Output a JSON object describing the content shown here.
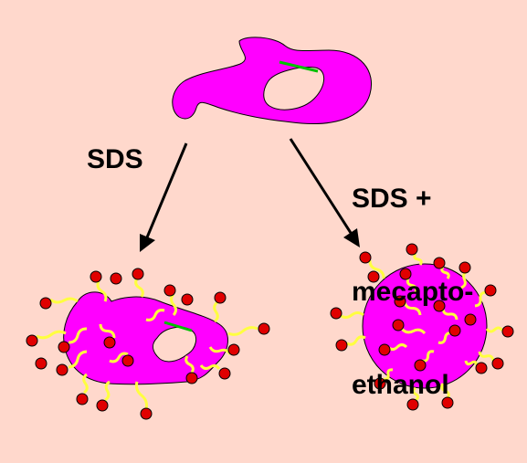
{
  "labels": {
    "sds": "SDS",
    "sds_mercapto_line1": "SDS +",
    "sds_mercapto_line2": "mecapto-",
    "sds_mercapto_line3": "ethanol"
  },
  "colors": {
    "background": "#ffd8cc",
    "protein": "#ff00ff",
    "disulfide_bond": "#00c000",
    "sds_head": "#e00000",
    "sds_tail": "#ffff40",
    "arrow": "#000000"
  }
}
